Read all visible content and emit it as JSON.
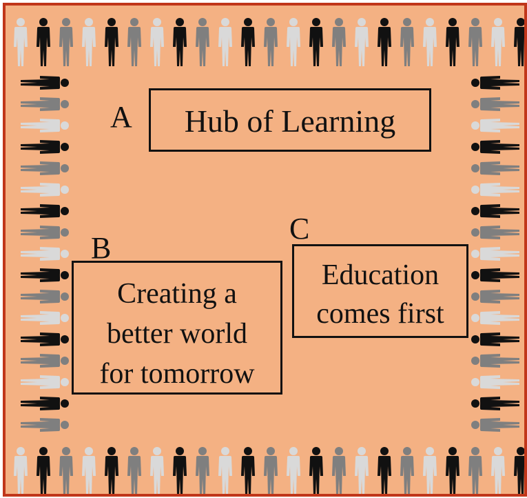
{
  "frame": {
    "background": "#f4b183",
    "border_color": "#c0361a"
  },
  "border_figures": {
    "icon": "person-icon",
    "pattern_colors": [
      "#d9d9d9",
      "#111111",
      "#7f7f7f"
    ]
  },
  "boxes": [
    {
      "label": "A",
      "lines": [
        "Hub of Learning"
      ]
    },
    {
      "label": "B",
      "lines": [
        "Creating a",
        "better world",
        "for tomorrow"
      ]
    },
    {
      "label": "C",
      "lines": [
        "Education",
        "comes first"
      ]
    }
  ]
}
